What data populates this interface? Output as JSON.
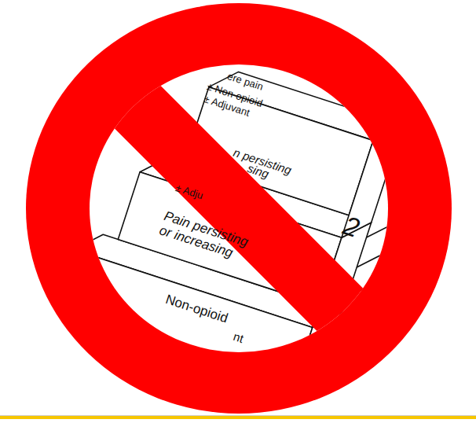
{
  "diagram": {
    "labels": [
      "ere pain",
      "± Non-opioid",
      "± Adjuvant",
      "n persisting",
      "sing",
      "± Adju",
      "Pain persisting or increasing",
      "Non-opioid",
      "nt",
      "2"
    ]
  }
}
